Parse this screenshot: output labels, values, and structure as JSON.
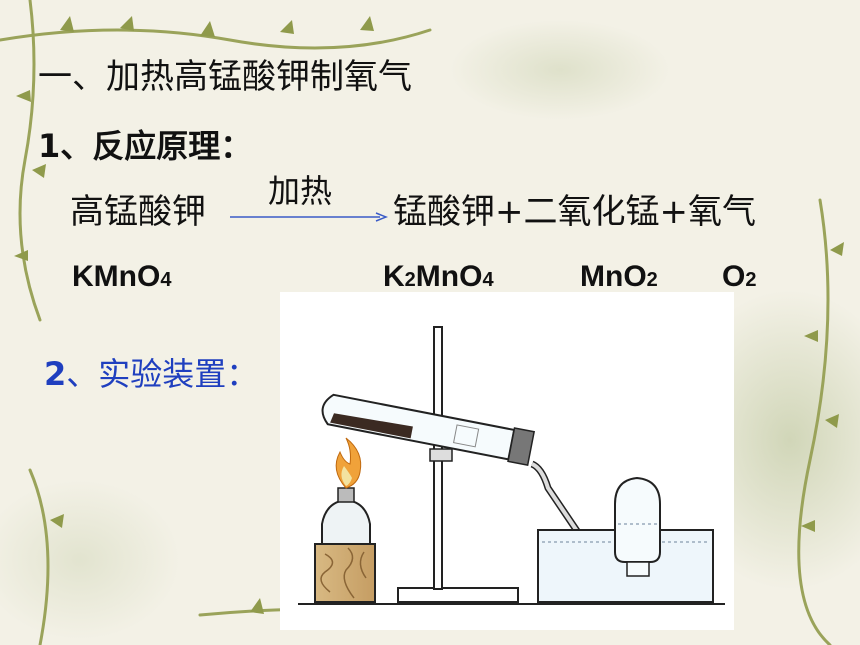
{
  "section_title": "一、加热高锰酸钾制氧气",
  "reaction_principle": "1、反应原理：",
  "reaction": {
    "reactant": "高锰酸钾",
    "condition": "加热",
    "products": "锰酸钾+二氧化锰+氧气"
  },
  "formulas": [
    {
      "main": "KMnO",
      "sub": "4"
    },
    {
      "main": "K",
      "sub": "2",
      "main2": "MnO",
      "sub2": "4"
    },
    {
      "main": "MnO",
      "sub": "2"
    },
    {
      "main": "O",
      "sub": "2"
    }
  ],
  "apparatus_heading": {
    "number": "2",
    "label": "、实验装置："
  },
  "colors": {
    "background": "#f3f1e6",
    "accent_blue": "#1f3fbf",
    "arrow": "#3a5bc7",
    "vine": "#8a9a4a"
  }
}
